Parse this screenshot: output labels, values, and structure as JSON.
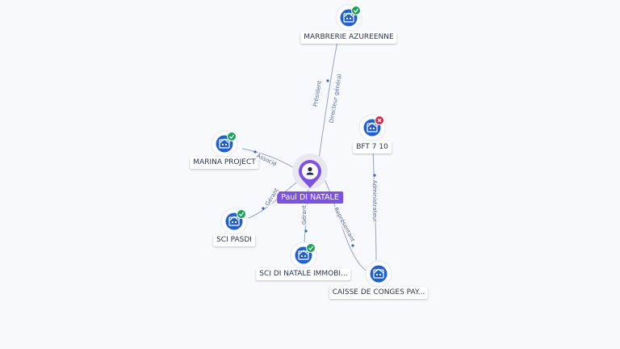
{
  "center": {
    "label": "Paul DI NATALE",
    "icon": "person-icon",
    "color": "#7b52e6"
  },
  "nodes": [
    {
      "id": "marbrerie",
      "label": "MARBRERIE AZUREENNE",
      "icon": "building-icon",
      "status": "active"
    },
    {
      "id": "bft",
      "label": "BFT 7 10",
      "icon": "building-icon",
      "status": "closed"
    },
    {
      "id": "marina",
      "label": "MARINA PROJECT",
      "icon": "building-icon",
      "status": "active"
    },
    {
      "id": "scipasdi",
      "label": "SCI PASDI",
      "icon": "building-icon",
      "status": "active"
    },
    {
      "id": "scidinatale",
      "label": "SCI DI NATALE IMMOBI...",
      "icon": "building-icon",
      "status": "active"
    },
    {
      "id": "caisse",
      "label": "CAISSE DE CONGES PAY...",
      "icon": "building-icon",
      "status": "none"
    }
  ],
  "edges": [
    {
      "from": "center",
      "to": "marbrerie",
      "label1": "Président",
      "label2": "Directeur général"
    },
    {
      "from": "center",
      "to": "marina",
      "label1": "Associé"
    },
    {
      "from": "center",
      "to": "scipasdi",
      "label1": "Gérant"
    },
    {
      "from": "center",
      "to": "scidinatale",
      "label1": "Gérant"
    },
    {
      "from": "center",
      "to": "caisse",
      "label1": "Représentant"
    },
    {
      "from": "caisse",
      "to": "bft",
      "label1": "Administrateur"
    }
  ],
  "colors": {
    "company": "#1f5fd6",
    "active": "#17a35a",
    "closed": "#d8264a",
    "edge": "#9aa2c4",
    "edge_label": "#5a6a9a"
  }
}
